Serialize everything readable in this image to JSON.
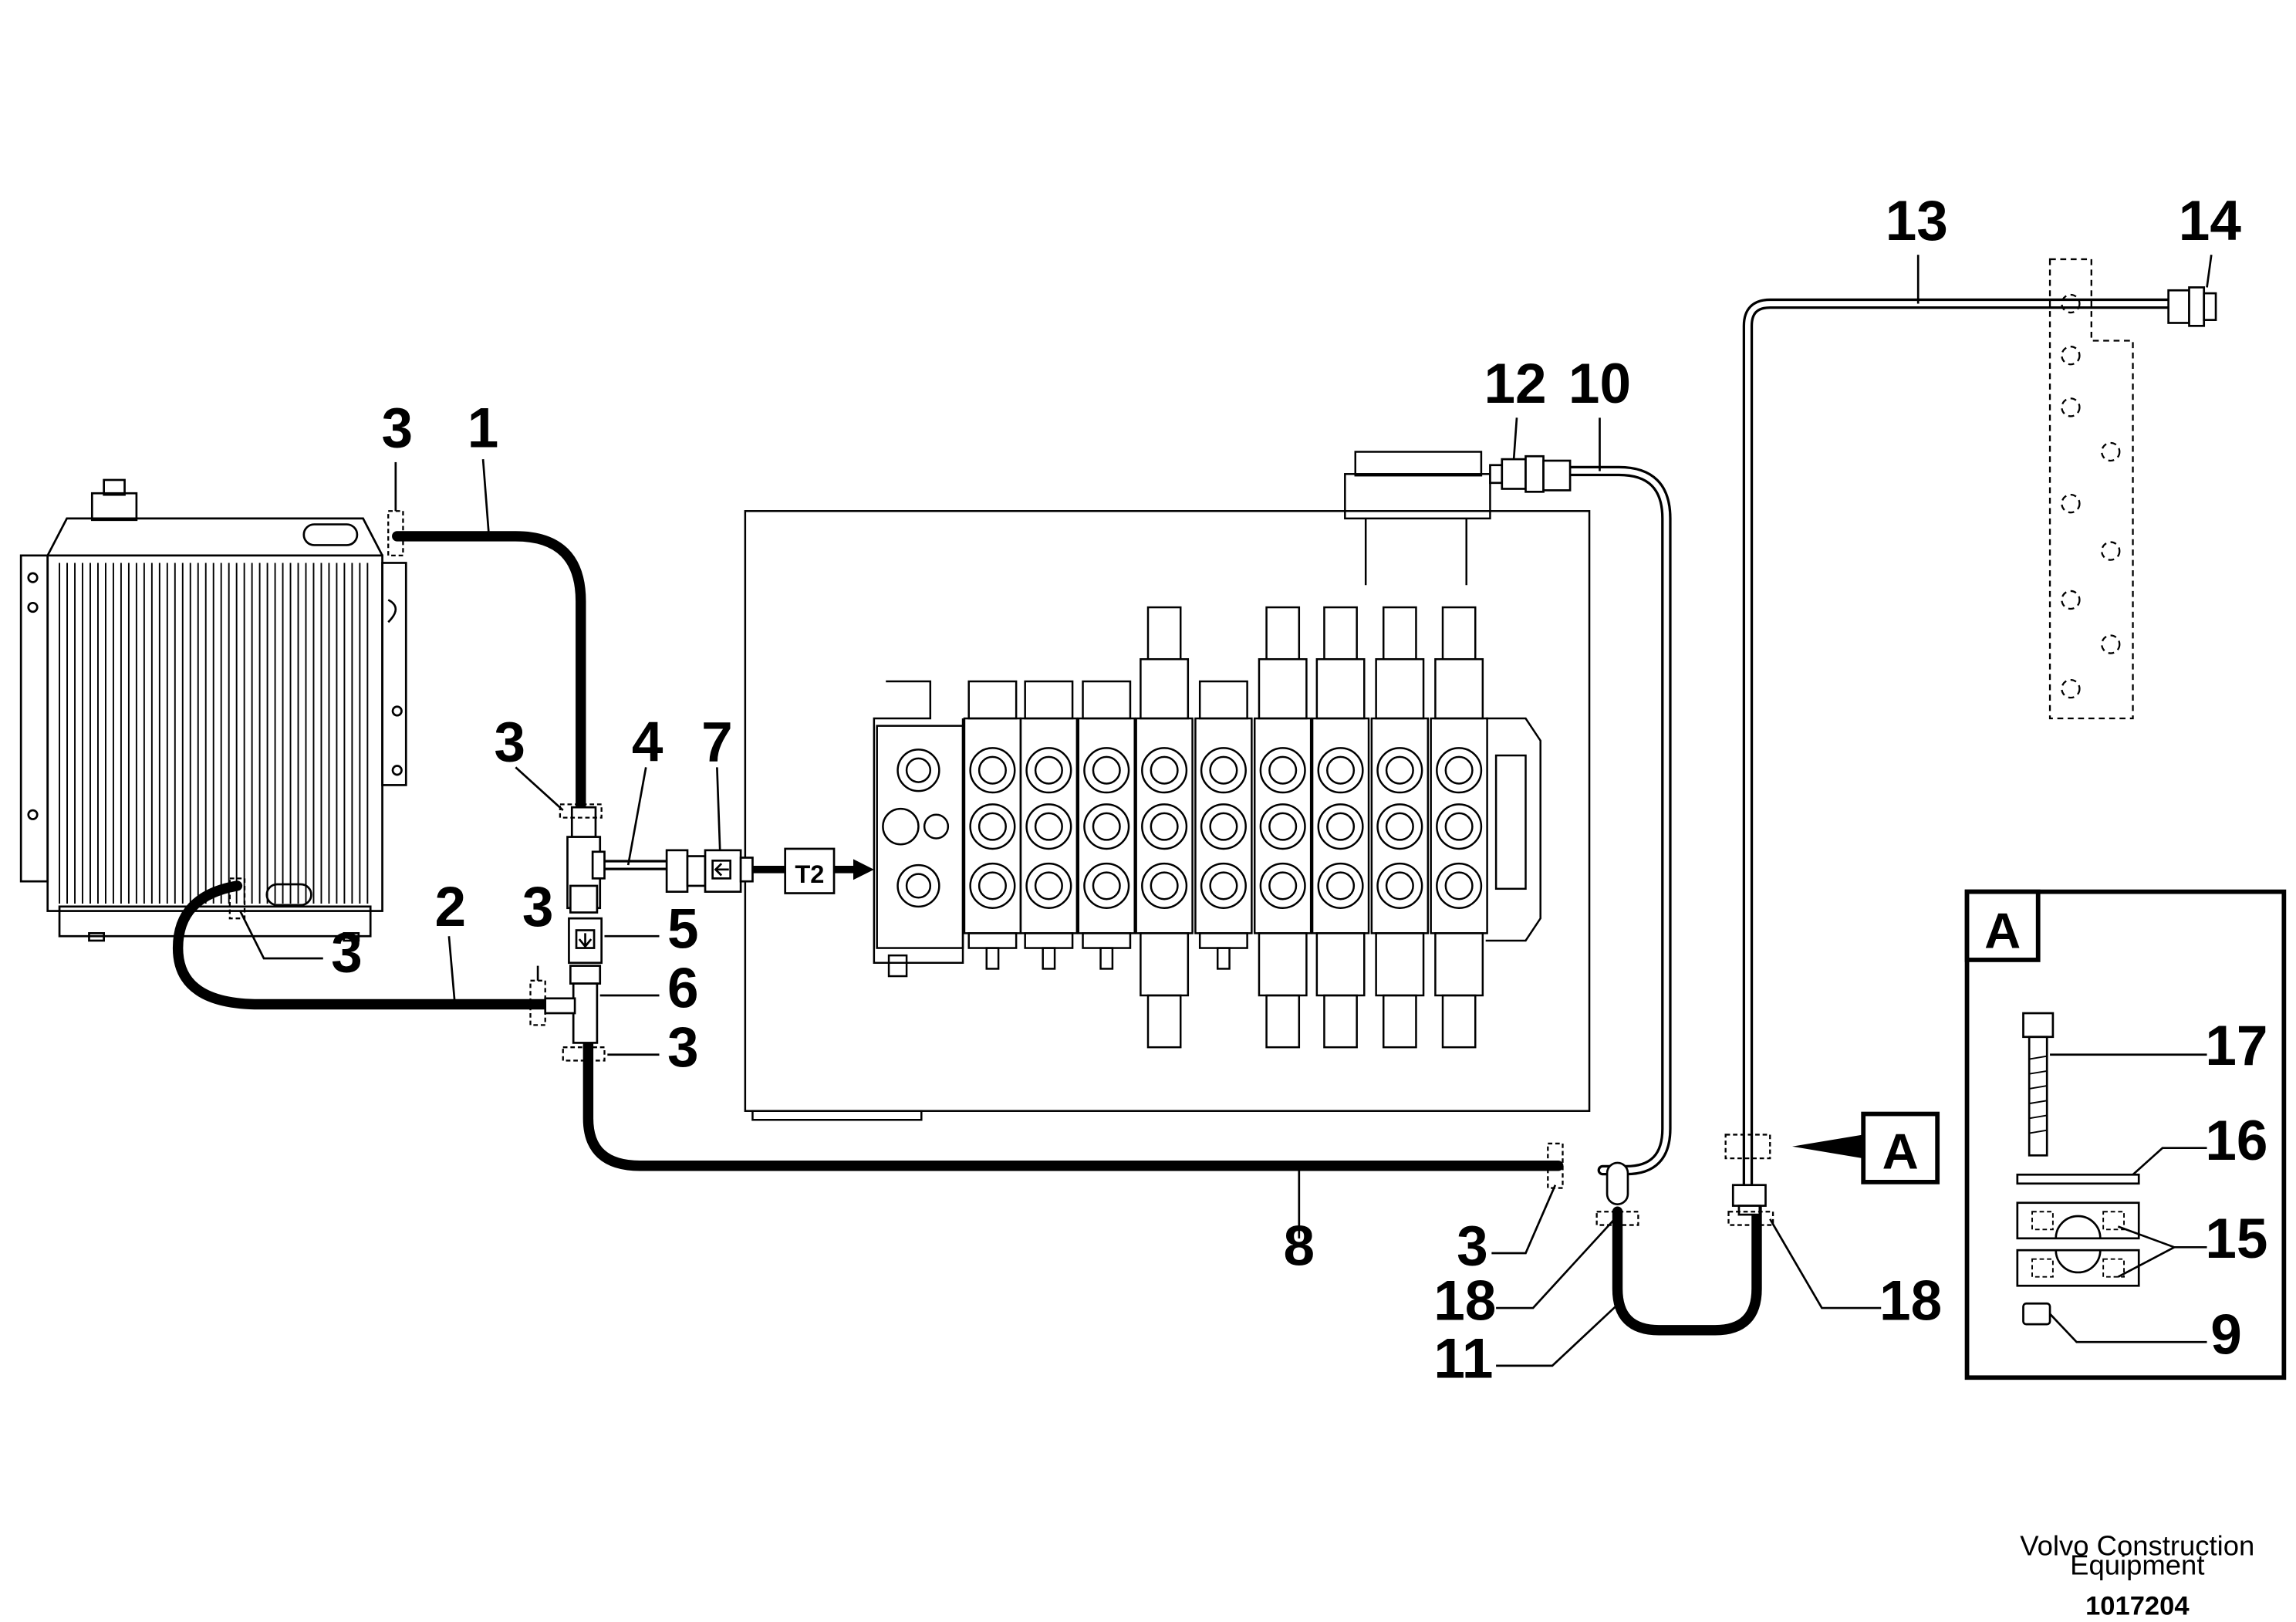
{
  "callouts": {
    "c1": "1",
    "c2": "2",
    "c3a": "3",
    "c3b": "3",
    "c3c": "3",
    "c3d": "3",
    "c3e": "3",
    "c3f": "3",
    "c4": "4",
    "c5": "5",
    "c6": "6",
    "c7": "7",
    "c8": "8",
    "c9": "9",
    "c10": "10",
    "c11": "11",
    "c12": "12",
    "c13": "13",
    "c14": "14",
    "c15": "15",
    "c16": "16",
    "c17": "17",
    "c18a": "18",
    "c18b": "18"
  },
  "port_label": "T2",
  "detail": {
    "label": "A",
    "ref_label": "A"
  },
  "footer": {
    "company_line1": "Volvo Construction",
    "company_line2": "Equipment",
    "doc_number": "1017204"
  }
}
